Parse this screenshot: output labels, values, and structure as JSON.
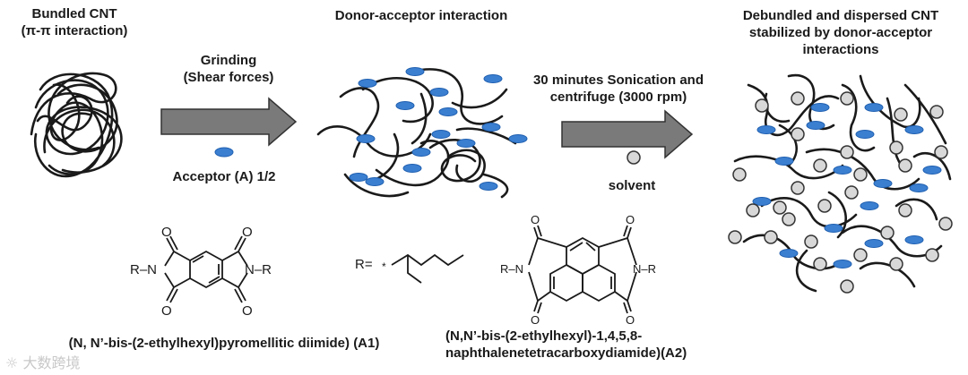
{
  "stage1": {
    "title_line1": "Bundled CNT",
    "title_line2": "(π-π interaction)"
  },
  "arrow1": {
    "label_line1": "Grinding",
    "label_line2": "(Shear forces)",
    "acceptor_label": "Acceptor (A) 1/2"
  },
  "stage2": {
    "title": "Donor-acceptor interaction"
  },
  "arrow2": {
    "label_line1": "30 minutes Sonication and",
    "label_line2": "centrifuge (3000 rpm)",
    "solvent_label": "solvent"
  },
  "stage3": {
    "title_line1": "Debundled and dispersed CNT",
    "title_line2": "stabilized by donor-acceptor",
    "title_line3": "interactions"
  },
  "structures": {
    "a1_caption": "(N, N’-bis-(2-ethylhexyl)pyromellitic diimide) (A1)",
    "r_group_label": "R=",
    "a2_caption_line1": "(N,N’-bis-(2-ethylhexyl)-1,4,5,8-",
    "a2_caption_line2": "naphthalenetetracarboxydiamide)(A2)",
    "atom_o": "O",
    "atom_n": "N",
    "atom_r": "R",
    "r_n_left": "R–N",
    "n_r_right": "N–R",
    "star": "*"
  },
  "watermark": "大数跨境",
  "colors": {
    "acceptor_fill": "#3b7fd1",
    "solvent_fill": "#d8d8d8",
    "arrow_fill": "#7a7a7a",
    "cnt_stroke": "#1a1a1a"
  }
}
